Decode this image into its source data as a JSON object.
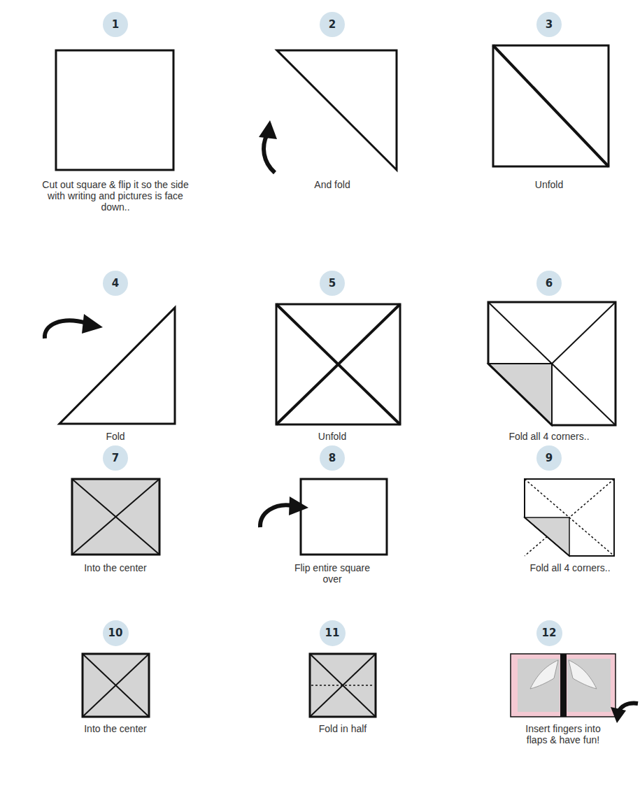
{
  "diagram": {
    "nodes": [
      {
        "text": [
          "1"
        ]
      },
      {
        "text": [
          "2"
        ]
      },
      {
        "text": [
          "3"
        ]
      },
      {
        "text": [
          "4"
        ]
      },
      {
        "text": [
          "5"
        ]
      },
      {
        "text": [
          "6"
        ]
      },
      {
        "text": [
          "7"
        ]
      },
      {
        "text": [
          "8"
        ]
      },
      {
        "text": [
          "9"
        ]
      },
      {
        "text": [
          "10"
        ]
      },
      {
        "text": [
          "11"
        ]
      },
      {
        "text": [
          "12"
        ]
      }
    ],
    "labels": [
      "Cut out square & flip it so the side with writing and pictures is face down..",
      "And fold",
      "Unfold",
      "Fold",
      "Unfold",
      "Fold all 4 corners..",
      "Into the center",
      "Flip entire square over",
      "Fold all 4 corners..",
      "Into the center",
      "Fold in half",
      "Insert fingers into flaps & have fun!"
    ]
  }
}
